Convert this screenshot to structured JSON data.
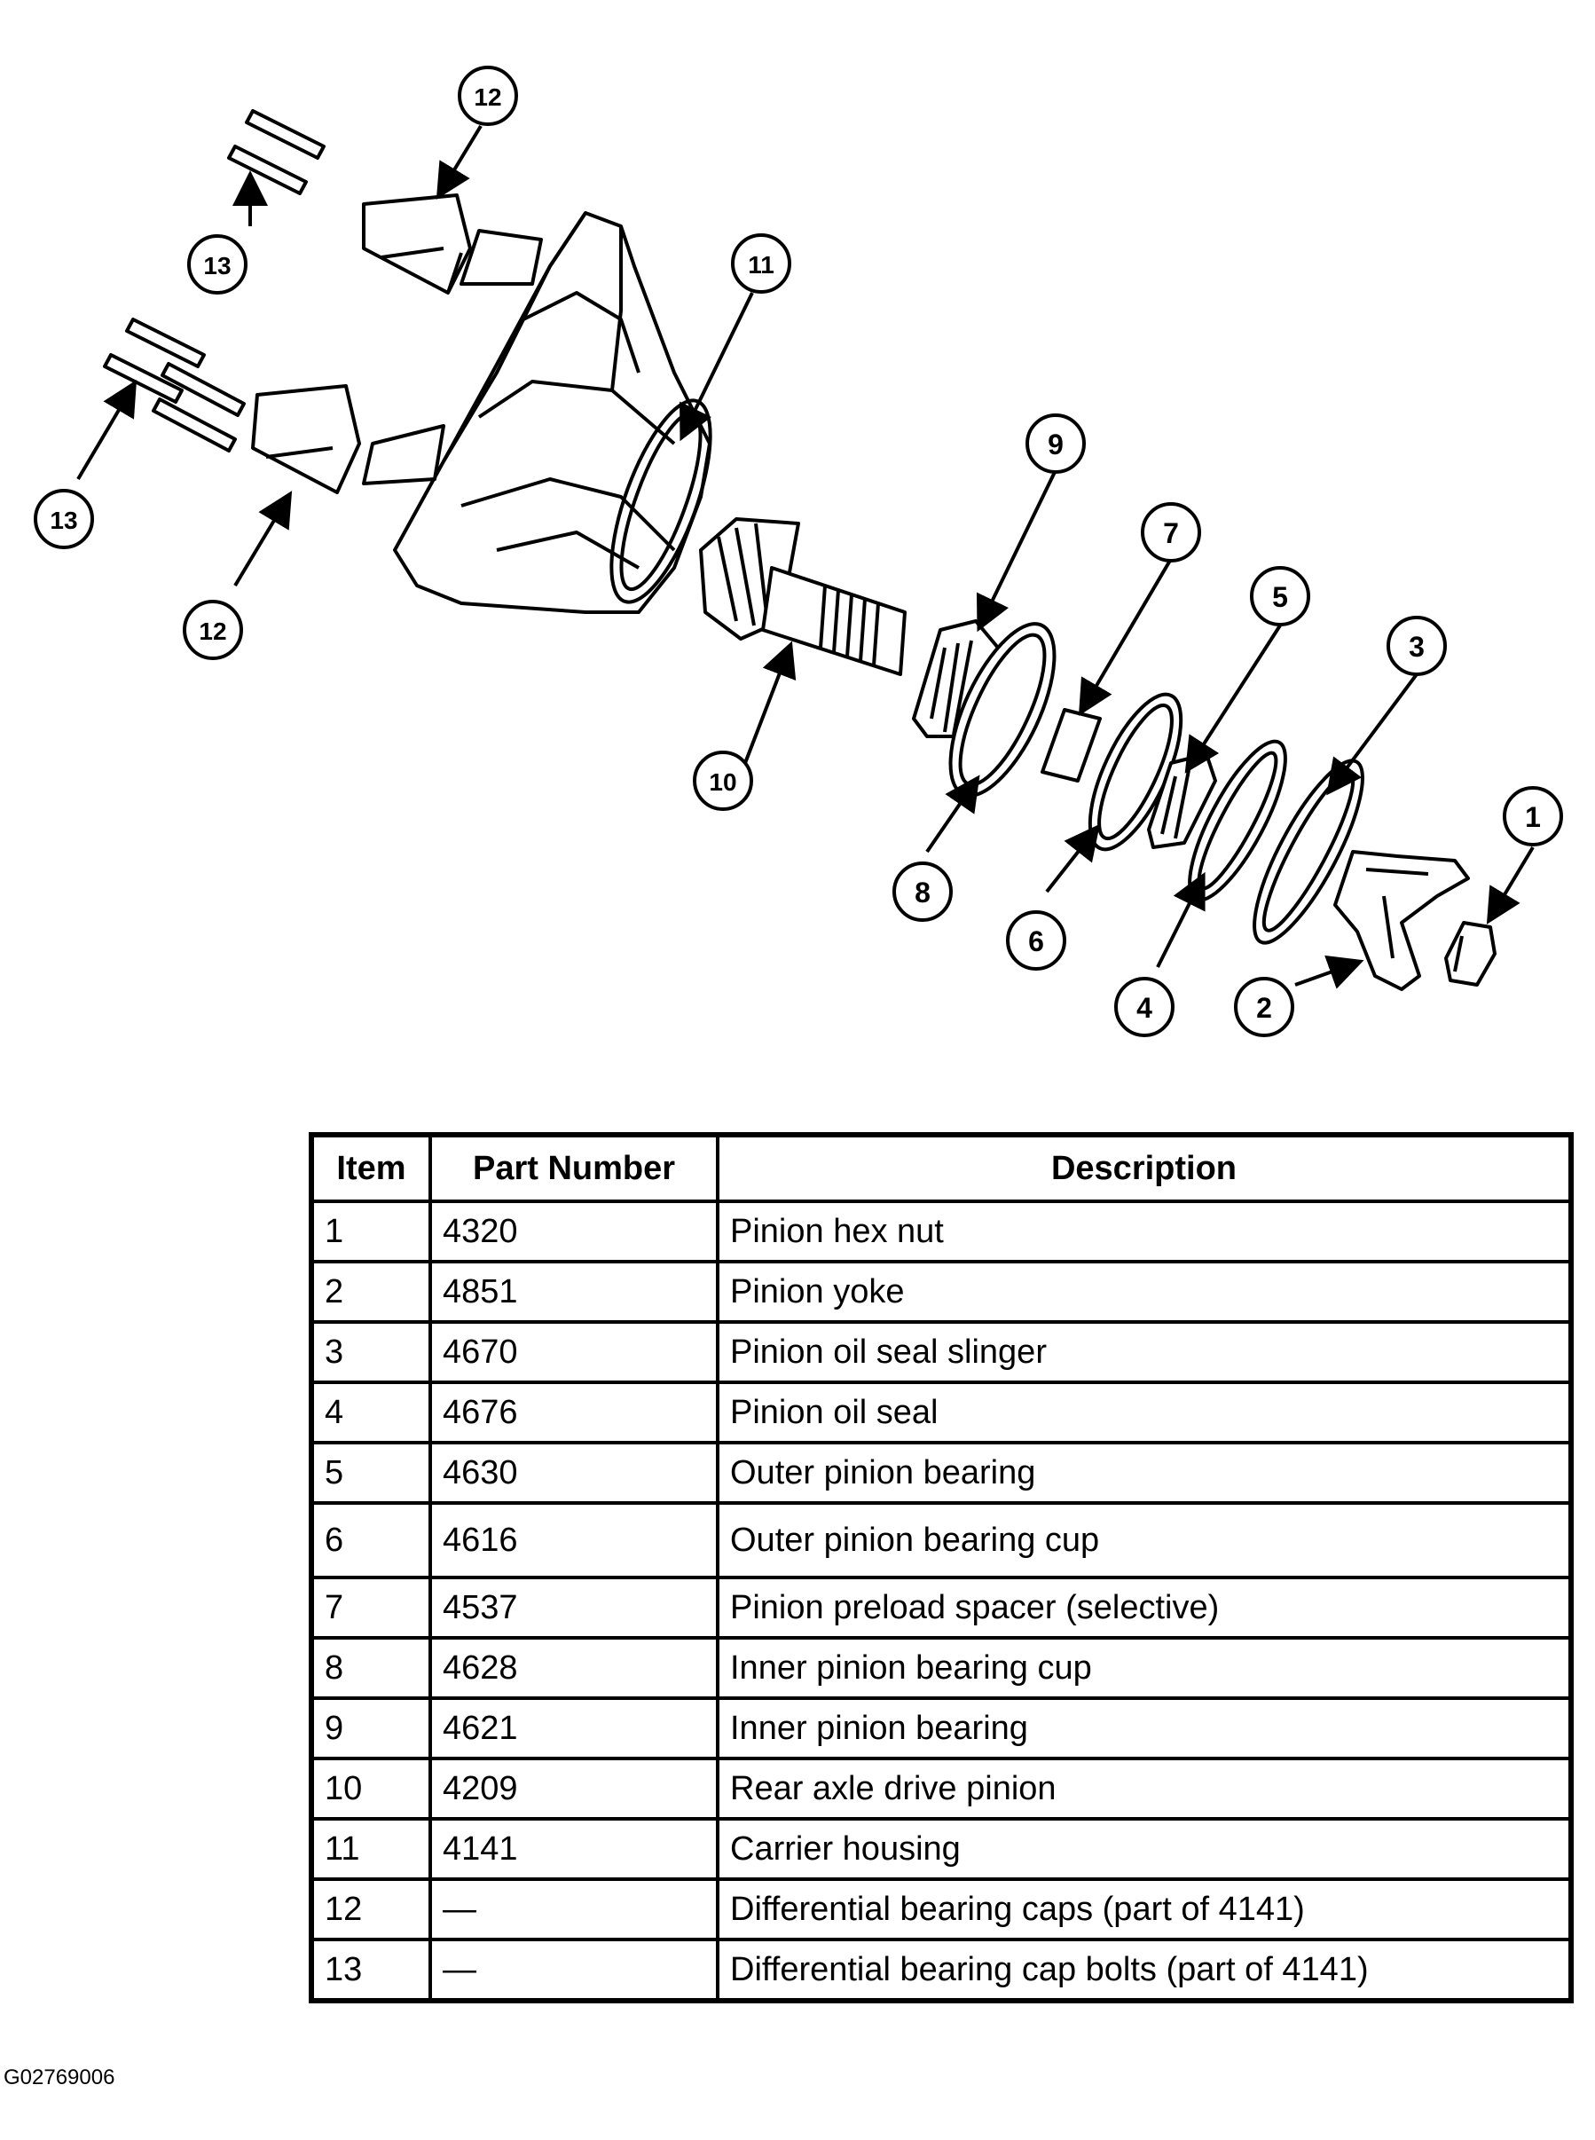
{
  "diagram": {
    "callouts": [
      {
        "n": "1"
      },
      {
        "n": "2"
      },
      {
        "n": "3"
      },
      {
        "n": "4"
      },
      {
        "n": "5"
      },
      {
        "n": "6"
      },
      {
        "n": "7"
      },
      {
        "n": "8"
      },
      {
        "n": "9"
      },
      {
        "n": "10"
      },
      {
        "n": "11"
      },
      {
        "n": "12"
      },
      {
        "n": "12"
      },
      {
        "n": "13"
      },
      {
        "n": "13"
      }
    ]
  },
  "table": {
    "headers": [
      "Item",
      "Part Number",
      "Description"
    ],
    "rows": [
      [
        "1",
        "4320",
        "Pinion hex nut"
      ],
      [
        "2",
        "4851",
        "Pinion yoke"
      ],
      [
        "3",
        "4670",
        "Pinion oil seal slinger"
      ],
      [
        "4",
        "4676",
        "Pinion oil seal"
      ],
      [
        "5",
        "4630",
        "Outer pinion bearing"
      ],
      [
        "6",
        "4616",
        "Outer pinion bearing cup"
      ],
      [
        "7",
        "4537",
        "Pinion preload spacer (selective)"
      ],
      [
        "8",
        "4628",
        "Inner pinion bearing cup"
      ],
      [
        "9",
        "4621",
        "Inner pinion bearing"
      ],
      [
        "10",
        "4209",
        "Rear axle drive pinion"
      ],
      [
        "11",
        "4141",
        "Carrier housing"
      ],
      [
        "12",
        "—",
        "Differential bearing caps (part of 4141)"
      ],
      [
        "13",
        "—",
        "Differential bearing cap bolts (part of 4141)"
      ]
    ]
  },
  "figure_id": "G02769006"
}
